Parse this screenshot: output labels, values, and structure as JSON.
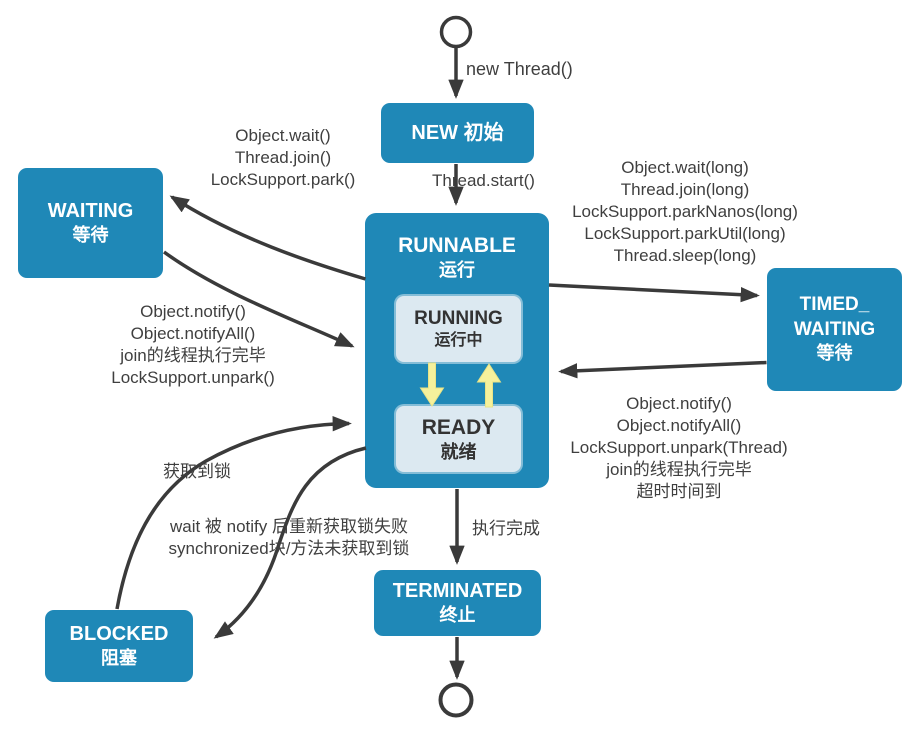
{
  "diagram": {
    "nodes": {
      "new": {
        "title": "NEW 初始"
      },
      "runnable": {
        "title": "RUNNABLE",
        "subtitle": "运行"
      },
      "running": {
        "title": "RUNNING",
        "subtitle": "运行中"
      },
      "ready": {
        "title": "READY",
        "subtitle": "就绪"
      },
      "waiting": {
        "title": "WAITING",
        "subtitle": "等待"
      },
      "timed_waiting": {
        "line1": "TIMED_",
        "line2": "WAITING",
        "line3": "等待"
      },
      "blocked": {
        "title": "BLOCKED",
        "subtitle": "阻塞"
      },
      "terminated": {
        "title": "TERMINATED",
        "subtitle": "终止"
      }
    },
    "edge_labels": {
      "start_to_new": "new Thread()",
      "new_to_runnable": "Thread.start()",
      "runnable_to_waiting": [
        "Object.wait()",
        "Thread.join()",
        "LockSupport.park()"
      ],
      "waiting_to_runnable": [
        "Object.notify()",
        "Object.notifyAll()",
        "join的线程执行完毕",
        "LockSupport.unpark()"
      ],
      "runnable_to_timed_waiting": [
        "Object.wait(long)",
        "Thread.join(long)",
        "LockSupport.parkNanos(long)",
        "LockSupport.parkUtil(long)",
        "Thread.sleep(long)"
      ],
      "timed_waiting_to_runnable": [
        "Object.notify()",
        "Object.notifyAll()",
        "LockSupport.unpark(Thread)",
        "join的线程执行完毕",
        "超时时间到"
      ],
      "blocked_to_runnable": "获取到锁",
      "runnable_to_blocked": [
        "wait 被 notify 后重新获取锁失败",
        "synchronized块/方法未获取到锁"
      ],
      "runnable_to_terminated": "执行完成"
    },
    "colors": {
      "state_fill": "#1f88b7",
      "substate_fill": "#dce9f1",
      "state_text": "#ffffff",
      "substate_text": "#333333",
      "edge_stroke": "#3a3a3a",
      "yellow_arrow": "#f5f19c",
      "label_text": "#3f3f3f",
      "background": "#ffffff"
    }
  }
}
